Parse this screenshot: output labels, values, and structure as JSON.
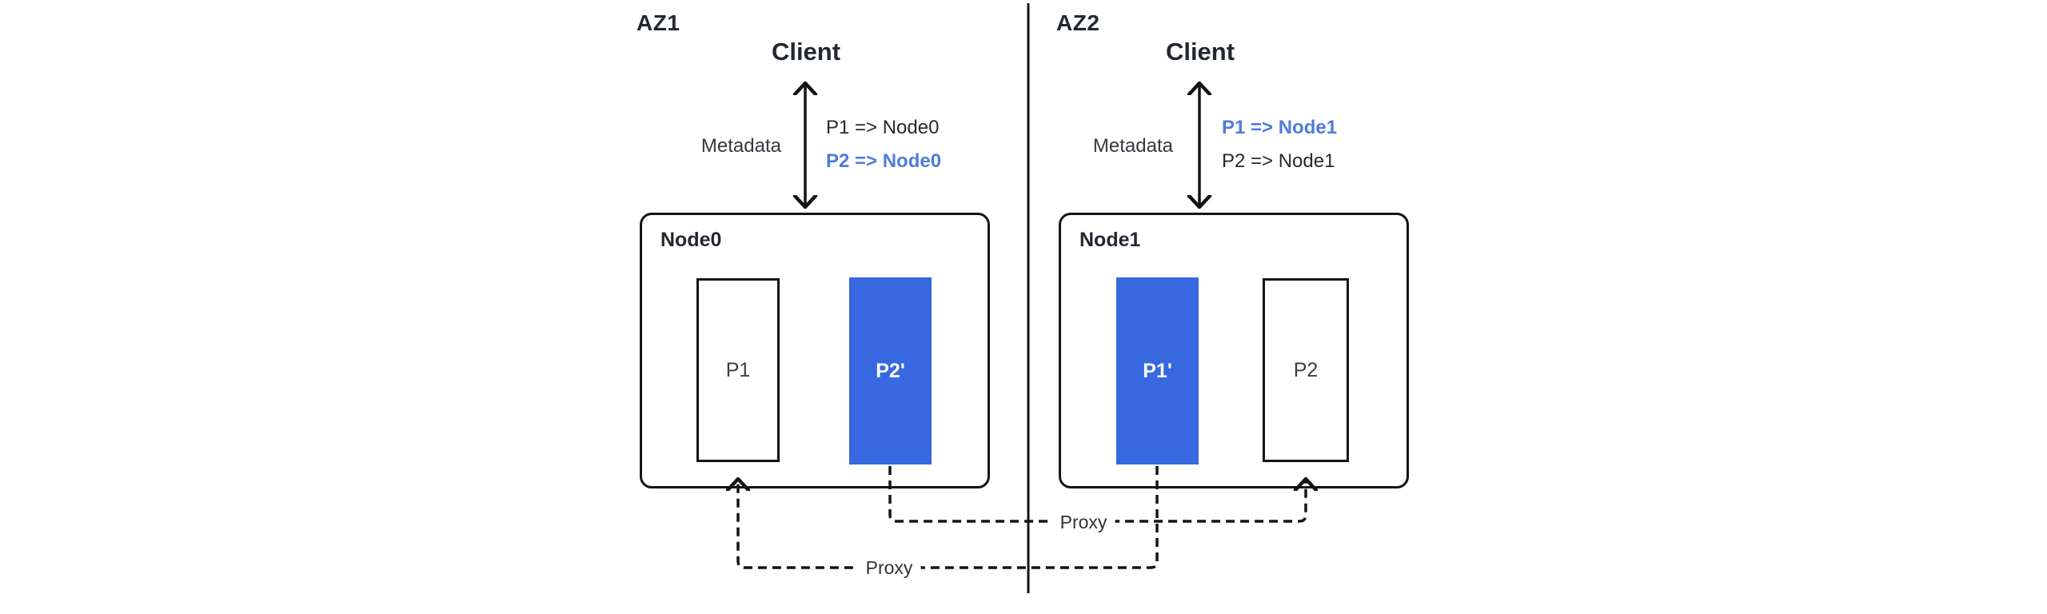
{
  "colors": {
    "accent_blue": "#3768e0",
    "accent_blue_text": "#4f7cd9",
    "line": "#141414",
    "text_dark": "#232830",
    "text_body": "#34383f"
  },
  "zones": [
    {
      "label": "AZ1",
      "client": "Client",
      "metadata_label": "Metadata",
      "mappings": [
        {
          "text": "P1 => Node0",
          "highlighted": false
        },
        {
          "text": "P2 => Node0",
          "highlighted": true
        }
      ],
      "node": {
        "label": "Node0",
        "partitions": [
          {
            "label": "P1",
            "replica": false
          },
          {
            "label": "P2'",
            "replica": true
          }
        ]
      }
    },
    {
      "label": "AZ2",
      "client": "Client",
      "metadata_label": "Metadata",
      "mappings": [
        {
          "text": "P1 => Node1",
          "highlighted": true
        },
        {
          "text": "P2 => Node1",
          "highlighted": false
        }
      ],
      "node": {
        "label": "Node1",
        "partitions": [
          {
            "label": "P1'",
            "replica": true
          },
          {
            "label": "P2",
            "replica": false
          }
        ]
      }
    }
  ],
  "proxy_links": [
    {
      "label": "Proxy"
    },
    {
      "label": "Proxy"
    }
  ]
}
